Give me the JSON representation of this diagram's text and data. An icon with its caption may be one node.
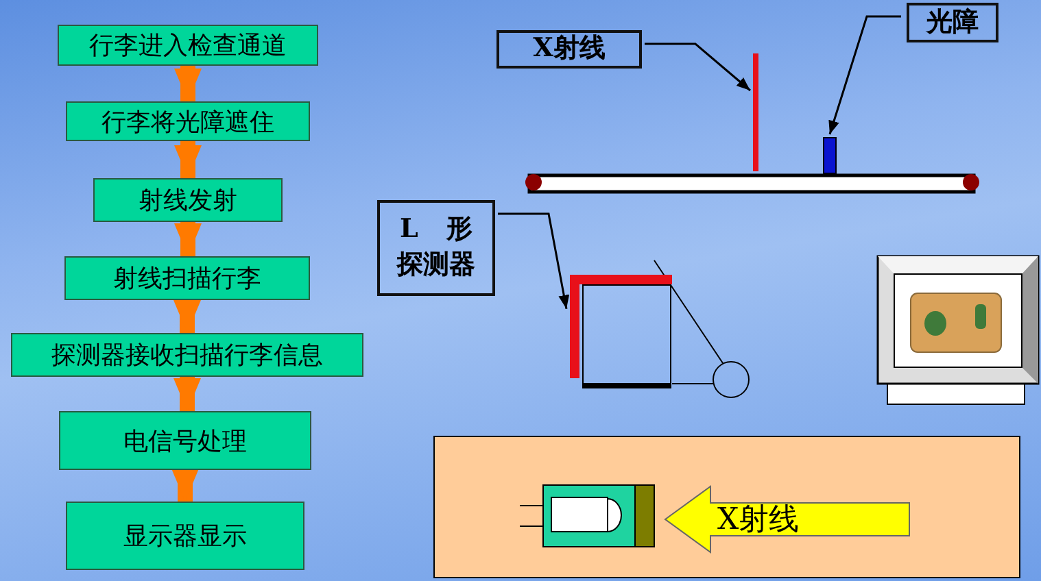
{
  "diagram": {
    "nodes": [
      {
        "text": [
          "行李进入检查通道"
        ]
      },
      {
        "text": [
          "行李将光障遮住"
        ]
      },
      {
        "text": [
          "射线发射"
        ]
      },
      {
        "text": [
          "射线扫描行李"
        ]
      },
      {
        "text": [
          "探测器接收扫描行李信息"
        ]
      },
      {
        "text": [
          "电信号处理"
        ]
      },
      {
        "text": [
          "显示器显示"
        ]
      },
      {
        "text": [
          "X射线"
        ]
      },
      {
        "text": [],
        "shape": "bar"
      },
      {
        "text": [
          "光障"
        ]
      },
      {
        "text": [],
        "shape": "bar"
      },
      {
        "text": [
          "L 形探测器"
        ]
      },
      {
        "text": [],
        "shape": "picture"
      },
      {
        "text": [],
        "shape": "box"
      },
      {
        "text": [],
        "shape": "picture",
        "in": 13
      },
      {
        "text": [
          "X射线"
        ],
        "in": 13
      }
    ],
    "edges": [
      {
        "from": 0,
        "to": 1,
        "arrow": "to"
      },
      {
        "from": 1,
        "to": 2,
        "arrow": "to"
      },
      {
        "from": 2,
        "to": 3,
        "arrow": "to"
      },
      {
        "from": 3,
        "to": 4,
        "arrow": "to"
      },
      {
        "from": 4,
        "to": 5,
        "arrow": "to"
      },
      {
        "from": 5,
        "to": 6,
        "arrow": "to"
      },
      {
        "from": 7,
        "to": 8,
        "arrow": "to",
        "color": "#000000"
      },
      {
        "from": 9,
        "to": 10,
        "arrow": "to",
        "color": "#000000"
      },
      {
        "from": 11,
        "to": 12,
        "arrow": "to",
        "color": "#000000"
      }
    ]
  }
}
